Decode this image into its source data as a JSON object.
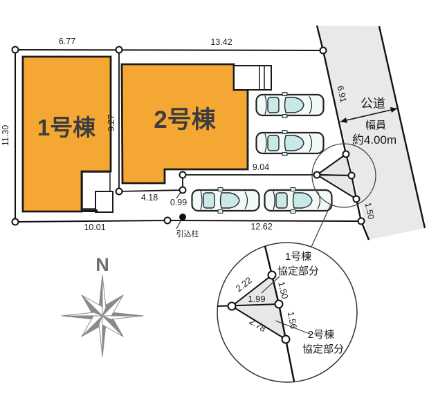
{
  "site_plan": {
    "buildings": [
      {
        "label": "1号棟"
      },
      {
        "label": "2号棟"
      }
    ],
    "dimensions": {
      "top_segment1": "6.77",
      "top_segment2": "13.42",
      "left_side": "11.30",
      "between_buildings": "9.27",
      "inner_a": "4.18",
      "inner_b": "0.99",
      "inner_c": "9.04",
      "bottom_segment1": "10.01",
      "bottom_segment2": "12.62",
      "road_frontage": "6.91",
      "road_corner": "1.50"
    },
    "road": {
      "name": "公道",
      "width_label": "幅員",
      "width_value": "約4.00m"
    },
    "pole_label": "引込柱",
    "compass_label": "N",
    "detail": {
      "callouts": [
        {
          "title": "1号棟",
          "subtitle": "協定部分"
        },
        {
          "title": "2号棟",
          "subtitle": "協定部分"
        }
      ],
      "dims": {
        "upper_left": "2.22",
        "upper_road": "1.50",
        "middle": "1.99",
        "lower_road": "1.56",
        "lower_left": "2.78"
      }
    },
    "colors": {
      "building_fill": "#F5A733",
      "road_fill": "#E9E9E9",
      "car_glass": "#C9E9E8",
      "agreement_fill": "#E7E7E7",
      "compass_gray": "#8A8A8A"
    }
  }
}
